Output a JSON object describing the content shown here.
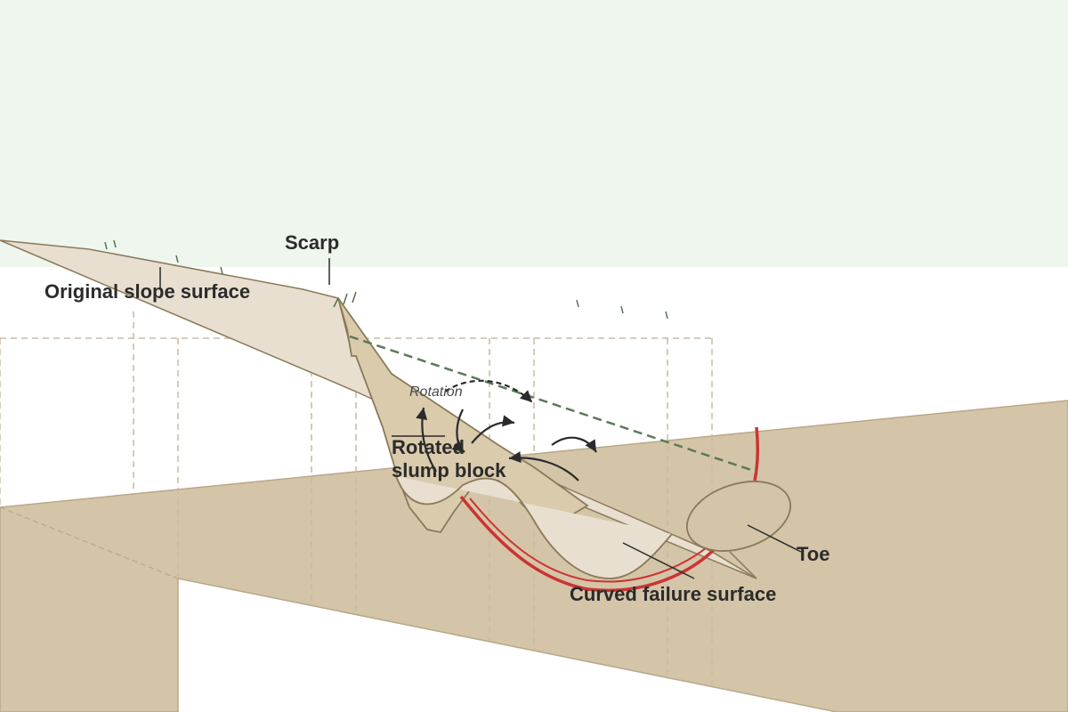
{
  "labels": {
    "scarp": "Scarp",
    "original_slope": "Original slope surface",
    "rotation": "Rotation",
    "rotated_block_line1": "Rotated",
    "rotated_block_line2": "slump block",
    "toe": "Toe",
    "failure_surface": "Curved failure surface"
  },
  "colors": {
    "sky": "#eef6ee",
    "ground": "#d4c5a8",
    "ground_edge": "#b8a88a",
    "slope_light": "#e8dfd0",
    "outline": "#8a7a5a",
    "failure_red": "#cc3333",
    "dashed_green": "#5a7a5a",
    "grass": "#4a6a4a",
    "arrow": "#2b2b2b",
    "grid_dash": "#c8bca0"
  }
}
